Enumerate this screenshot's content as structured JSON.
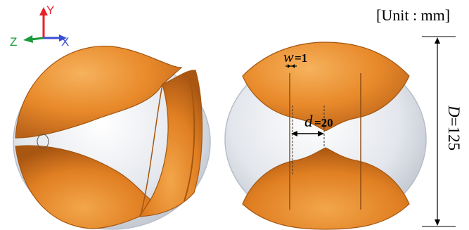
{
  "axes": {
    "y_label": "Y",
    "x_label": "X",
    "z_label": "Z",
    "y_color": "#e8202a",
    "x_color": "#3a4fd6",
    "z_color": "#1a9a3a"
  },
  "unit_label": "[Unit : mm]",
  "dimensions": {
    "w_symbol": "w",
    "w_value": "=1",
    "d_symbol": "d",
    "d_value": "=20",
    "D_symbol": "D",
    "D_value": "=125"
  },
  "colors": {
    "copper": "#e8892a",
    "copper_dark": "#b85f12",
    "sphere_shell": "#d7dbe3"
  }
}
